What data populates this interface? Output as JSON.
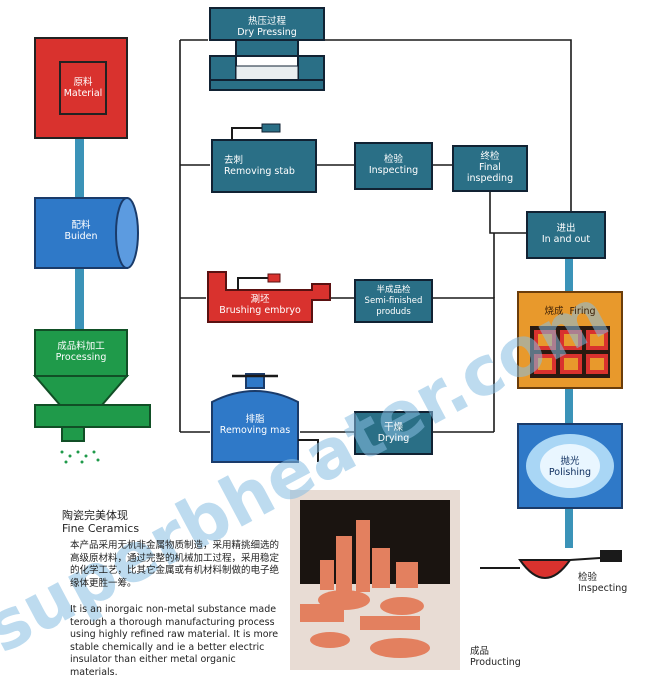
{
  "steps": {
    "dry_pressing": {
      "cn": "热压过程",
      "en": "Dry Pressing"
    },
    "material": {
      "cn": "原料",
      "en": "Material"
    },
    "buiden": {
      "cn": "配料",
      "en": "Buiden"
    },
    "processing": {
      "cn": "成品料加工",
      "en": "Processing"
    },
    "removing_stab": {
      "cn": "去刺",
      "en": "Removing stab"
    },
    "inspecting_1": {
      "cn": "检验",
      "en": "Inspecting"
    },
    "final_inspecting": {
      "cn": "终检",
      "en_line1": "Final",
      "en_line2": "inspeding"
    },
    "in_and_out": {
      "cn": "进出",
      "en": "In and out"
    },
    "brushing_embryo": {
      "cn": "涮坯",
      "en": "Brushing embryo"
    },
    "semi_finished": {
      "cn": "半成品检",
      "en_line1": "Semi-finished",
      "en_line2": "produds"
    },
    "firing": {
      "cn": "烧成",
      "en": "Firing"
    },
    "removing_mas": {
      "cn": "排脂",
      "en": "Removing mas"
    },
    "drying": {
      "cn": "干燥",
      "en": "Drying"
    },
    "polishing": {
      "cn": "抛光",
      "en": "Polishing"
    },
    "inspecting_2": {
      "cn": "检验",
      "en": "Inspecting"
    },
    "producting": {
      "cn": "成品",
      "en": "Producting"
    }
  },
  "description": {
    "title_cn": "陶瓷完美体现",
    "title_en": "Fine Ceramics",
    "body_cn": "本产品采用无机非金属物质制造，采用精挑细选的高级原材料，通过完整的机械加工过程，采用稳定的化学工艺，比其它金属或有机材料制做的电子绝缘体更胜一筹。",
    "body_en": "It is an inorgaic non-metal substance made terough a thorough manufacturing process using highly refined raw material. It is more stable chemically and ie a better electric insulator than either metal organic materials."
  },
  "watermark": "superbheater.com",
  "colors": {
    "teal": "#2a6f86",
    "red": "#d9322e",
    "blue": "#2f79c8",
    "green": "#1f9a4a",
    "orange": "#e8992c",
    "connector": "#3b93b8",
    "line": "#1a1a1a"
  }
}
